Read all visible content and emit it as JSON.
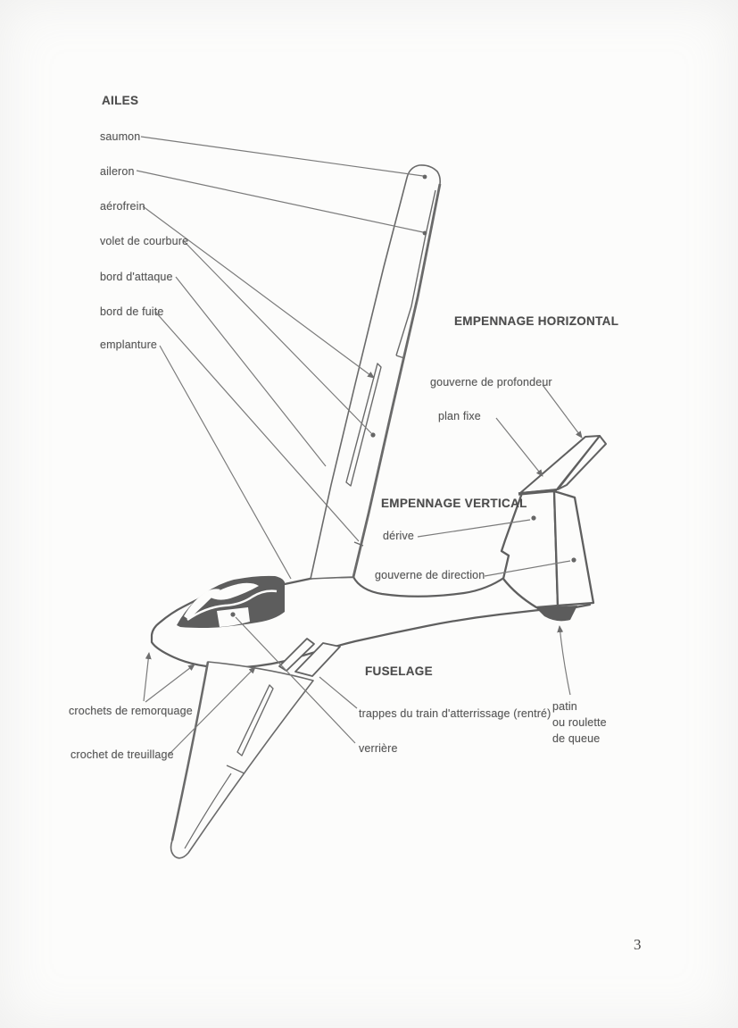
{
  "headings": {
    "ailes": "AILES",
    "empennage_horizontal": "EMPENNAGE HORIZONTAL",
    "empennage_vertical": "EMPENNAGE VERTICAL",
    "fuselage": "FUSELAGE"
  },
  "labels": {
    "saumon": "saumon",
    "aileron": "aileron",
    "aerofrein": "aérofrein",
    "volet_de_courbure": "volet de courbure",
    "bord_attaque": "bord d'attaque",
    "bord_fuite": "bord de fuite",
    "emplanture": "emplanture",
    "gouverne_profondeur": "gouverne de profondeur",
    "plan_fixe": "plan fixe",
    "derive": "dérive",
    "gouverne_direction": "gouverne de direction",
    "crochets_remorquage": "crochets de remorquage",
    "crochet_treuillage": "crochet de treuillage",
    "trappes": "trappes du train d'atterrissage (rentré)",
    "verriere": "verrière",
    "patin_line1": "patin",
    "patin_line2": "ou roulette",
    "patin_line3": "de queue"
  },
  "page_number": "3",
  "colors": {
    "paper": "#fcfcfb",
    "ink": "#6a6a6a",
    "text": "#585858",
    "canopy_fill": "#5d5d5d"
  }
}
